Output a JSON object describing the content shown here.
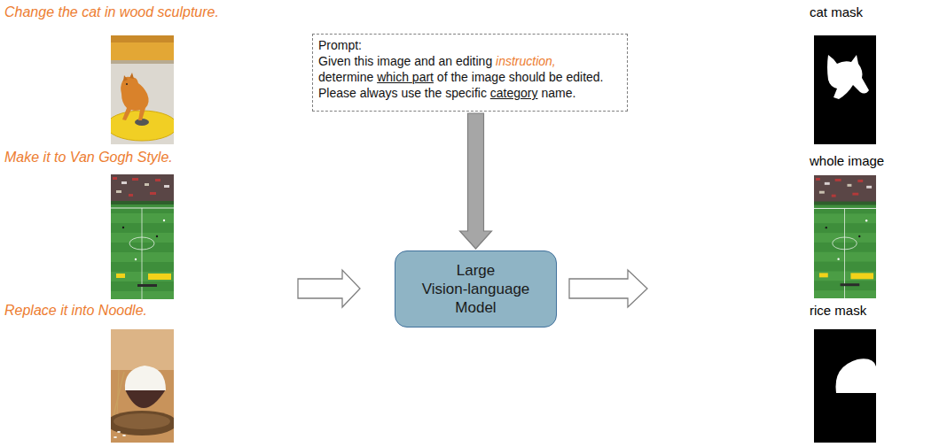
{
  "diagram": {
    "nodes": [
      {
        "text": [
          "Change the cat in wood sculpture."
        ]
      },
      {
        "text": [
          "Make it to Van Gogh Style."
        ]
      },
      {
        "text": [
          "Replace it into Noodle."
        ]
      },
      {
        "text": [
          "Prompt:",
          "Given this image and an editing instruction, determine which part of the image should be edited. Please always use the specific category name."
        ]
      },
      {
        "text": [
          "Large Vision-language Model"
        ]
      },
      {
        "text": [
          "cat mask"
        ]
      },
      {
        "text": [
          "whole image"
        ]
      },
      {
        "text": [
          "rice mask"
        ]
      }
    ],
    "edges": [
      {
        "from": 3,
        "to": 4,
        "arrow": "to"
      }
    ]
  }
}
